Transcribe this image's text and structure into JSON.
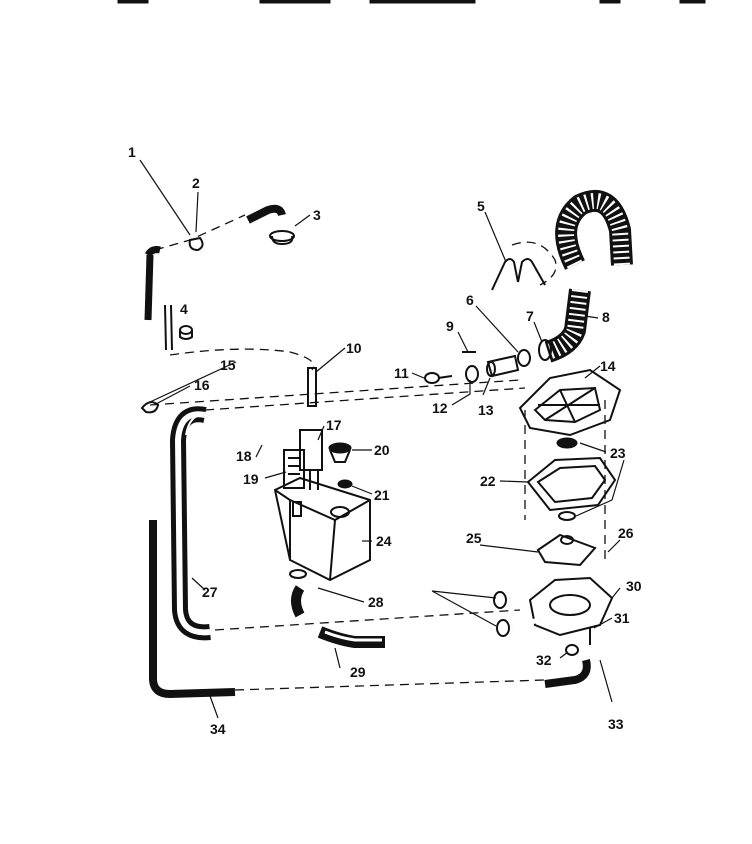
{
  "callouts": {
    "c1": "1",
    "c2": "2",
    "c3": "3",
    "c4": "4",
    "c5": "5",
    "c6": "6",
    "c7": "7",
    "c8": "8",
    "c9": "9",
    "c10": "10",
    "c11": "11",
    "c12": "12",
    "c13": "13",
    "c14": "14",
    "c15": "15",
    "c16": "16",
    "c17": "17",
    "c18": "18",
    "c19": "19",
    "c20": "20",
    "c21": "21",
    "c22": "22",
    "c23": "23",
    "c24": "24",
    "c25": "25",
    "c26": "26",
    "c27": "27",
    "c28": "28",
    "c29": "29",
    "c30": "30",
    "c31": "31",
    "c32": "32",
    "c33": "33",
    "c34": "34"
  }
}
